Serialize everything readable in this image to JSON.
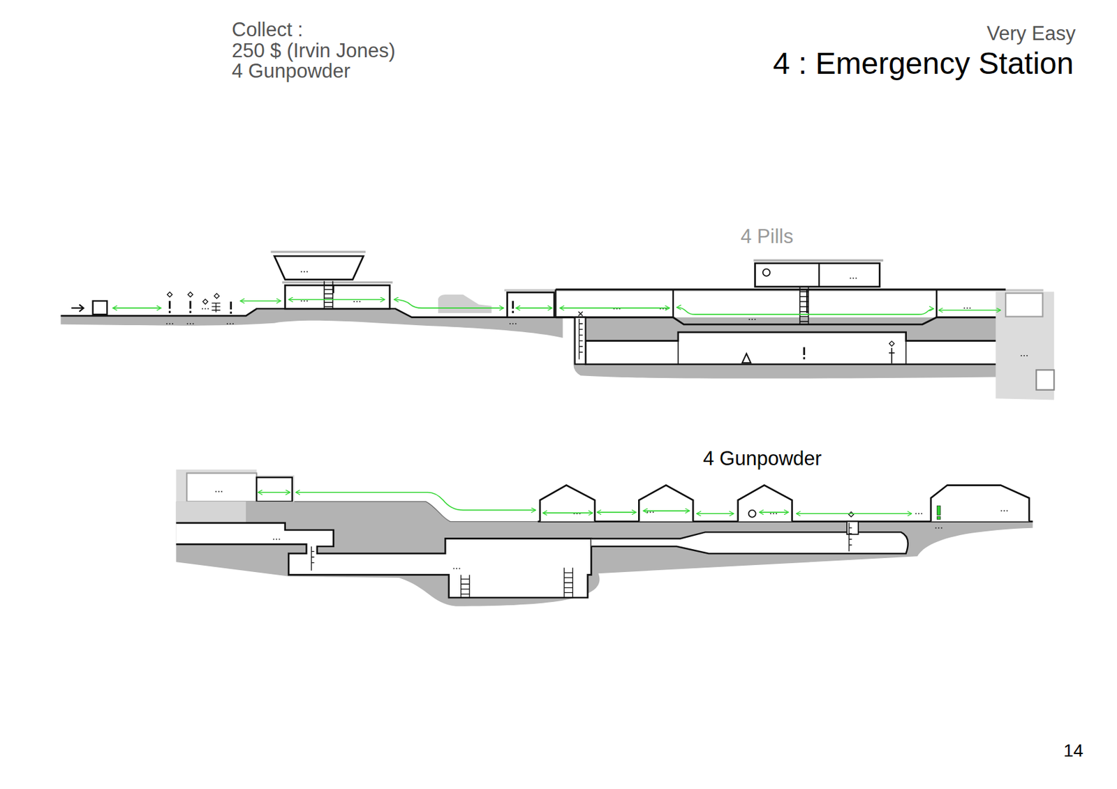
{
  "diagram": {
    "title": "4 : Emergency Station",
    "labels": [
      "Collect :",
      "250 $ (Irvin Jones)",
      "4 Gunpowder",
      "Very Easy",
      "4 Pills",
      "4 Gunpowder",
      "14"
    ]
  }
}
